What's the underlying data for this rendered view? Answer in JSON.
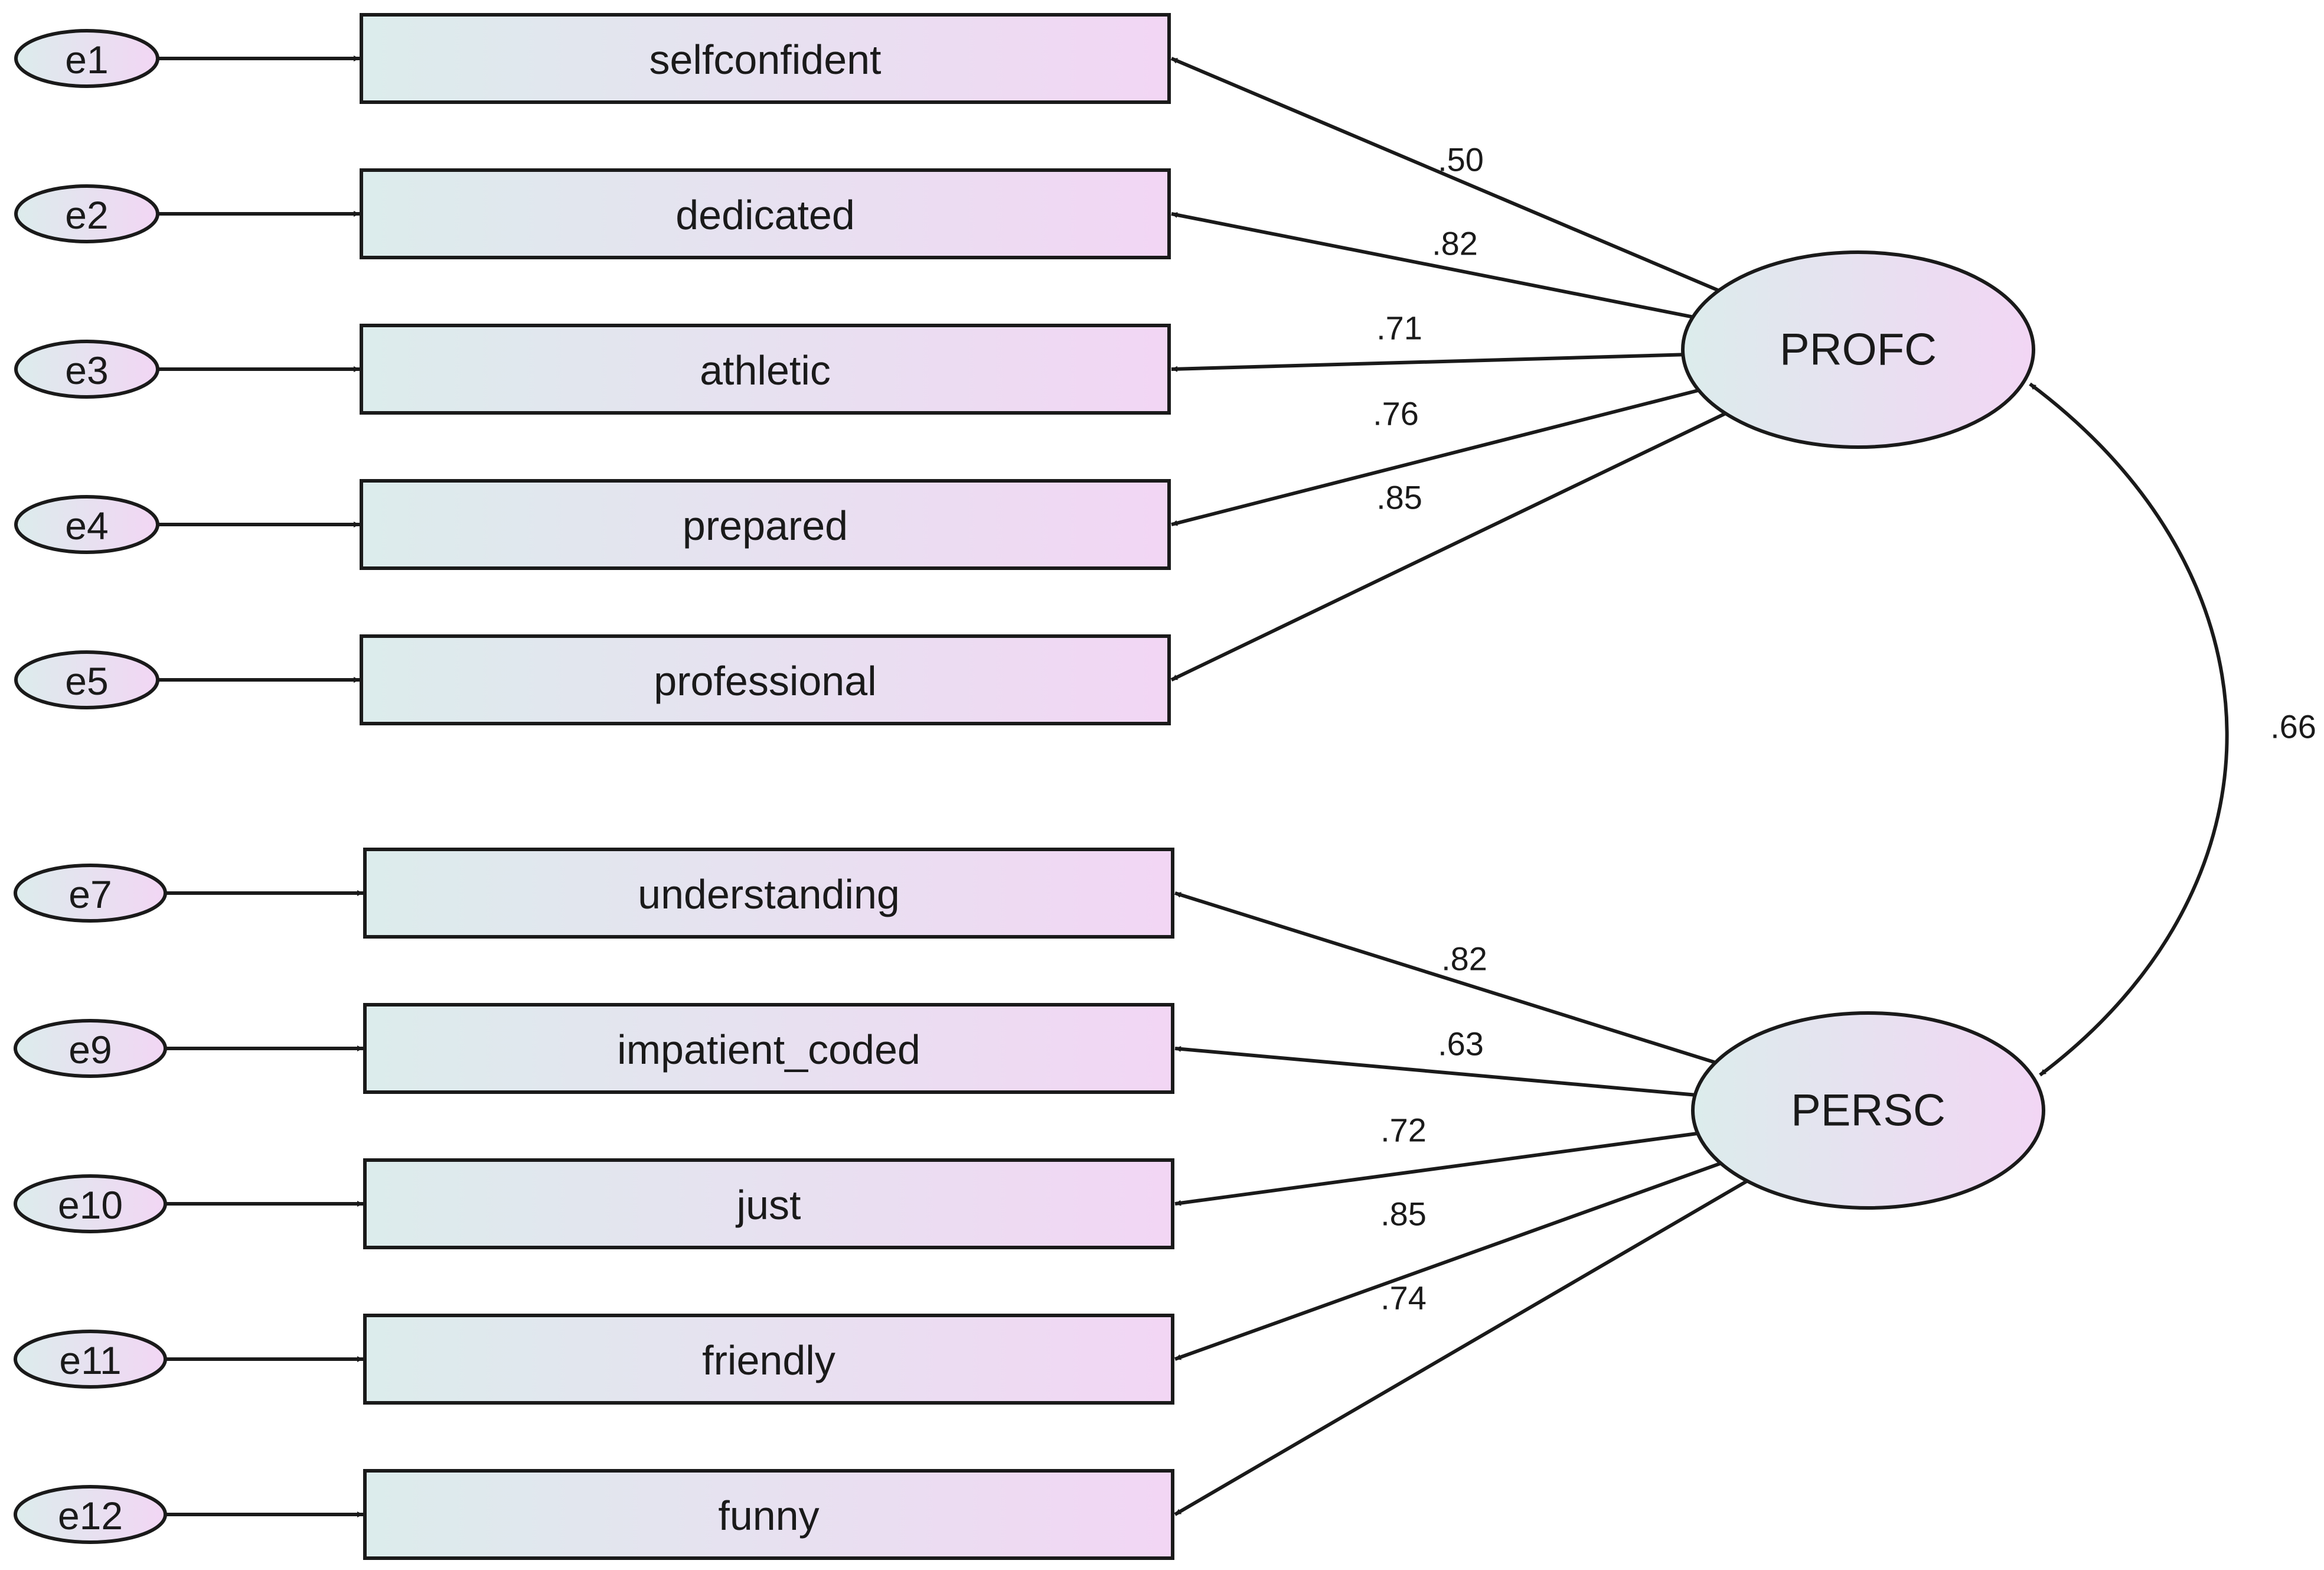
{
  "latent_factors": [
    {
      "name": "PROFC",
      "indicators": [
        {
          "error": "e1",
          "label": "selfconfident",
          "loading": ".50"
        },
        {
          "error": "e2",
          "label": "dedicated",
          "loading": ".82"
        },
        {
          "error": "e3",
          "label": "athletic",
          "loading": ".71"
        },
        {
          "error": "e4",
          "label": "prepared",
          "loading": ".76"
        },
        {
          "error": "e5",
          "label": "professional",
          "loading": ".85"
        }
      ]
    },
    {
      "name": "PERSC",
      "indicators": [
        {
          "error": "e7",
          "label": "understanding",
          "loading": ".82"
        },
        {
          "error": "e9",
          "label": "impatient_coded",
          "loading": ".63"
        },
        {
          "error": "e10",
          "label": "just",
          "loading": ".72"
        },
        {
          "error": "e11",
          "label": "friendly",
          "loading": ".85"
        },
        {
          "error": "e12",
          "label": "funny",
          "loading": ".74"
        }
      ]
    }
  ],
  "correlation": ".66",
  "colors": {
    "stroke": "#1a1a1a",
    "fill_left": "#dcecec",
    "fill_right": "#f2d6f4",
    "background": "#ffffff"
  }
}
